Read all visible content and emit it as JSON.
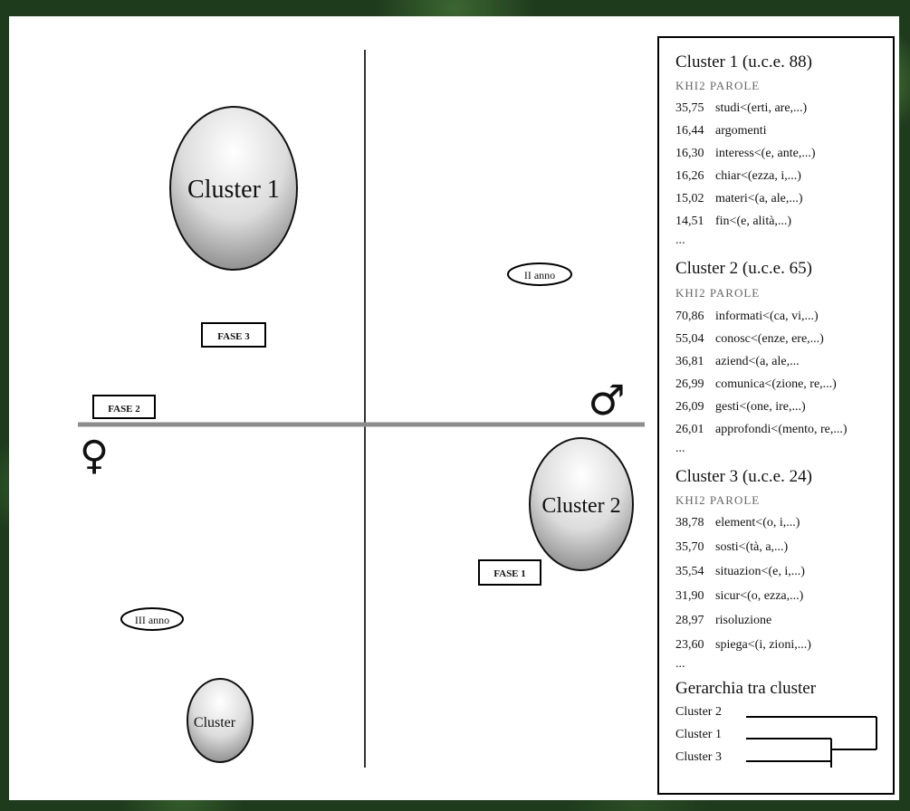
{
  "diagram": {
    "clusters": [
      {
        "label": "Cluster 1"
      },
      {
        "label": "Cluster 2"
      },
      {
        "label": "Cluster"
      }
    ],
    "phases": [
      {
        "label": "FASE 3"
      },
      {
        "label": "FASE 2"
      },
      {
        "label": "FASE 1"
      }
    ],
    "years": [
      {
        "label": "II anno"
      },
      {
        "label": "III anno"
      }
    ],
    "symbols": {
      "male": "♂",
      "female": "♀"
    }
  },
  "legend": {
    "clusters": [
      {
        "title": "Cluster 1 (u.c.e. 88)",
        "header": "KHI2  PAROLE",
        "rows": [
          {
            "chi2": "35,75",
            "word": "studi<(erti, are,...)"
          },
          {
            "chi2": "16,44",
            "word": "argomenti"
          },
          {
            "chi2": "16,30",
            "word": "interess<(e, ante,...)"
          },
          {
            "chi2": "16,26",
            "word": "chiar<(ezza, i,...)"
          },
          {
            "chi2": "15,02",
            "word": "materi<(a, ale,...)"
          },
          {
            "chi2": "14,51",
            "word": "fin<(e, alità,...)"
          }
        ],
        "ellipsis": "..."
      },
      {
        "title": "Cluster 2 (u.c.e. 65)",
        "header": "KHI2  PAROLE",
        "rows": [
          {
            "chi2": "70,86",
            "word": "informati<(ca, vi,...)"
          },
          {
            "chi2": "55,04",
            "word": "conosc<(enze, ere,...)"
          },
          {
            "chi2": "36,81",
            "word": "aziend<(a, ale,..."
          },
          {
            "chi2": "26,99",
            "word": "comunica<(zione, re,...)"
          },
          {
            "chi2": "26,09",
            "word": "gesti<(one, ire,...)"
          },
          {
            "chi2": "26,01",
            "word": "approfondi<(mento, re,...)"
          }
        ],
        "ellipsis": "..."
      },
      {
        "title": "Cluster 3 (u.c.e. 24)",
        "header": "KHI2  PAROLE",
        "rows": [
          {
            "chi2": "38,78",
            "word": "element<(o, i,...)"
          },
          {
            "chi2": "35,70",
            "word": "sosti<(tà, a,...)"
          },
          {
            "chi2": "35,54",
            "word": "situazion<(e, i,...)"
          },
          {
            "chi2": "31,90",
            "word": "sicur<(o, ezza,...)"
          },
          {
            "chi2": "28,97",
            "word": "risoluzione"
          },
          {
            "chi2": "23,60",
            "word": "spiega<(i, zioni,...)"
          }
        ],
        "ellipsis": "..."
      }
    ],
    "hierarchy": {
      "title": "Gerarchia tra cluster",
      "labels": [
        "Cluster 2",
        "Cluster 1",
        "Cluster 3"
      ]
    }
  }
}
